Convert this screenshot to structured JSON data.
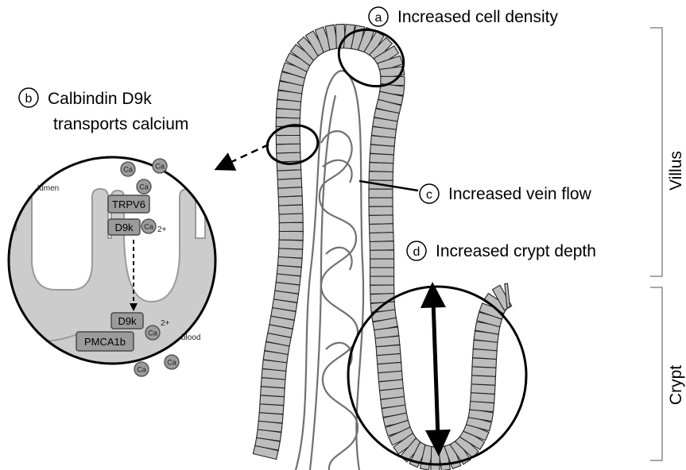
{
  "annotations": {
    "a": {
      "letter": "a",
      "text": "Increased cell density"
    },
    "b": {
      "letter": "b",
      "line1": "Calbindin D9k",
      "line2": "transports calcium"
    },
    "c": {
      "letter": "c",
      "text": "Increased vein flow"
    },
    "d": {
      "letter": "d",
      "text": "Increased crypt depth"
    }
  },
  "regions": {
    "villus": "Villus",
    "crypt": "Crypt"
  },
  "inset": {
    "lumen": "lumen",
    "blood": "blood",
    "calcium": "Ca",
    "charge": "2+",
    "proteins": {
      "trpv6": "TRPV6",
      "d9k_top": "D9k",
      "d9k_bottom": "D9k",
      "pmca": "PMCA1b"
    }
  },
  "colors": {
    "cell_fill": "#bdbdbd",
    "inset_fill": "#cfcfcf",
    "protein_fill": "#9b9b9b",
    "vessel": "#6f6f6f",
    "line": "#000000"
  }
}
